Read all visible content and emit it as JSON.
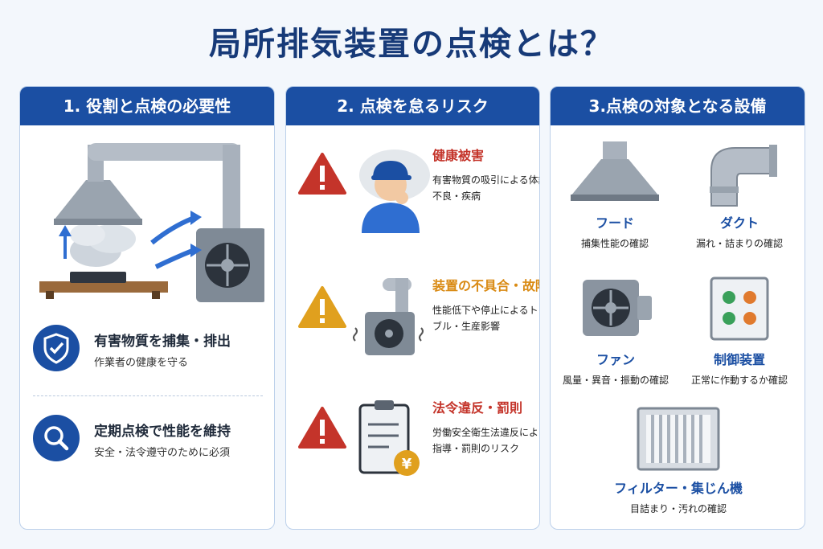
{
  "title": "局所排気装置の点検とは？",
  "panels": [
    {
      "heading": "1. 役割と点検の必要性",
      "features": [
        {
          "icon": "shield-check-icon",
          "title": "有害物質を捕集・排出",
          "subtitle": "作業者の健康を守る"
        },
        {
          "icon": "magnifier-icon",
          "title": "定期点検で性能を維持",
          "subtitle": "安全・法令遵守のために必須"
        }
      ]
    },
    {
      "heading": "2. 点検を怠るリスク",
      "risks": [
        {
          "icon": "warning-icon",
          "color": "#c4342a",
          "title": "健康被害",
          "desc": "有害物質の吸引による体調不良・疾病"
        },
        {
          "icon": "warning-icon",
          "color": "#e0a01e",
          "title": "装置の不具合・故障",
          "desc": "性能低下や停止によるトラブル・生産影響"
        },
        {
          "icon": "warning-icon",
          "color": "#c4342a",
          "title": "法令違反・罰則",
          "desc": "労働安全衛生法違反による指導・罰則のリスク"
        }
      ]
    },
    {
      "heading": "3.点検の対象となる設備",
      "equipment": [
        {
          "icon": "hood-icon",
          "title": "フード",
          "desc": "捕集性能の確認"
        },
        {
          "icon": "duct-icon",
          "title": "ダクト",
          "desc": "漏れ・詰まりの確認"
        },
        {
          "icon": "fan-icon",
          "title": "ファン",
          "desc": "風量・異音・振動の確認"
        },
        {
          "icon": "control-panel-icon",
          "title": "制御装置",
          "desc": "正常に作動するか確認"
        },
        {
          "icon": "filter-icon",
          "title": "フィルター・集じん機",
          "desc": "目詰まり・汚れの確認"
        }
      ]
    }
  ],
  "colors": {
    "primary": "#1b4fa3",
    "danger": "#c4342a",
    "warning": "#e0a01e",
    "title": "#173a78"
  }
}
